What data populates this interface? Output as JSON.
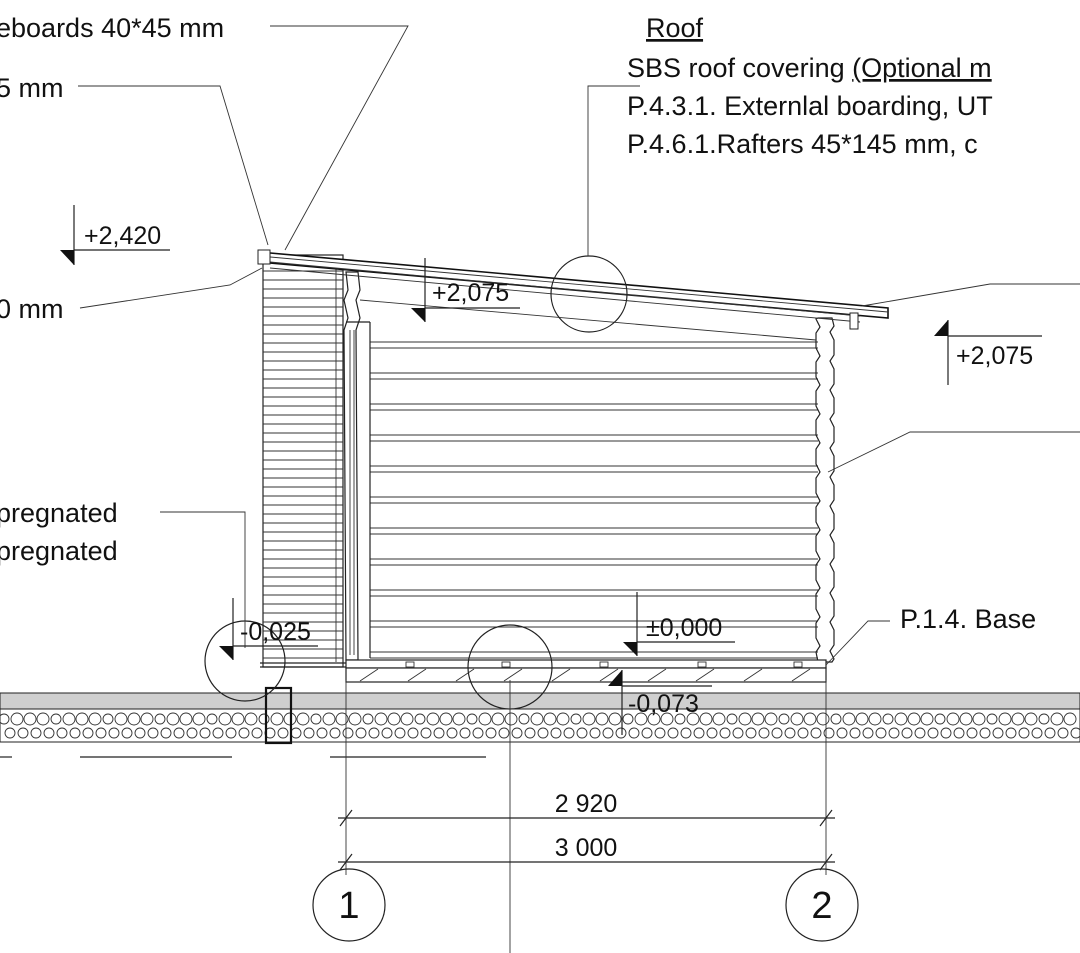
{
  "callouts": {
    "baseboards": "eboards 40*45 mm",
    "mm_top": "5 mm",
    "mm_mid": "0 mm",
    "impregnated_1": "pregnated",
    "impregnated_2": "pregnated",
    "roof_title": "Roof",
    "roof_line1_prefix": "SBS roof covering ",
    "roof_line1_optional": "(Optional m",
    "roof_line2": "P.4.3.1. Externlal boarding, UT",
    "roof_line3": "P.4.6.1.Rafters 45*145 mm, c",
    "base": "P.1.4. Base"
  },
  "levels": {
    "top": "+2,420",
    "inner": "+2,075",
    "right": "+2,075",
    "floor": "±0,000",
    "left_low": "-0,025",
    "ground": "-0,073"
  },
  "dimensions": {
    "inner": "2 920",
    "outer": "3 000"
  },
  "axes": {
    "left": "1",
    "right": "2"
  }
}
